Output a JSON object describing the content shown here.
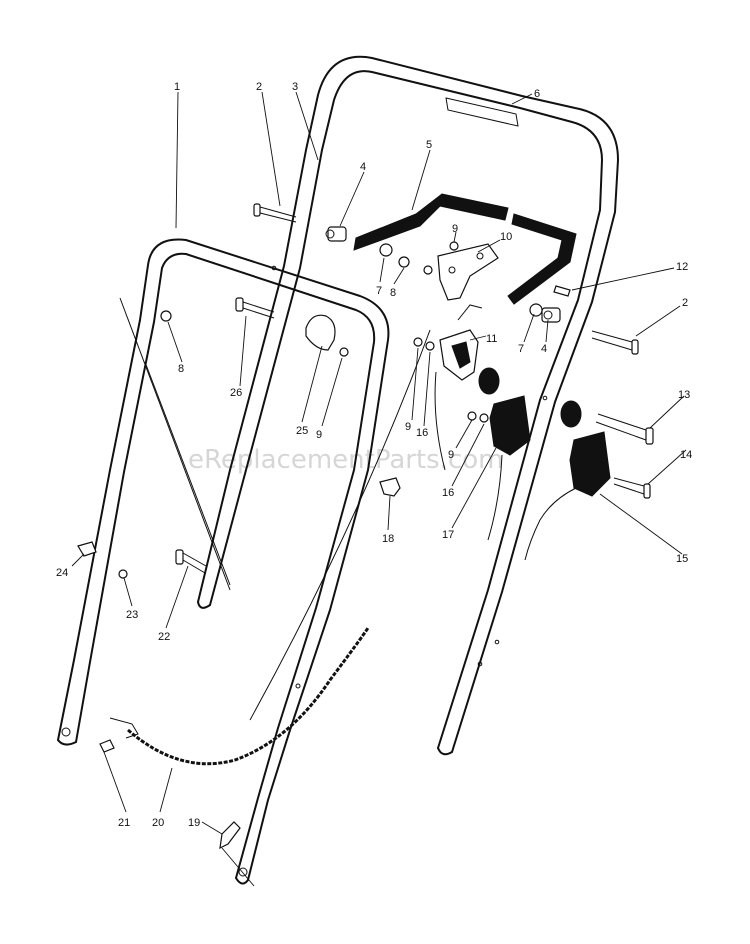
{
  "watermark": "eReplacementParts.com",
  "callouts": [
    "1",
    "2",
    "3",
    "4",
    "5",
    "6",
    "7",
    "8",
    "9",
    "10",
    "11",
    "12",
    "13",
    "14",
    "15",
    "16",
    "17",
    "18",
    "19",
    "20",
    "21",
    "22",
    "23",
    "24",
    "25",
    "26"
  ],
  "colors": {
    "line": "#111111",
    "background": "#ffffff",
    "watermark": "#c9c9c9"
  }
}
